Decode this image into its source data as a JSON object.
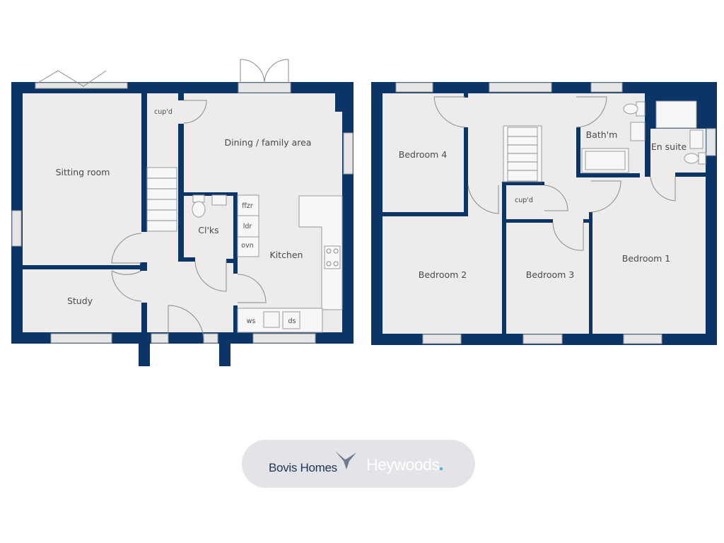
{
  "ground_floor": {
    "rooms": {
      "sitting_room": "Sitting room",
      "study": "Study",
      "dining": "Dining / family area",
      "kitchen": "Kitchen",
      "cloakroom": "Cl'ks",
      "cupboard": "cup'd"
    },
    "fixtures": {
      "fridge_freezer": "ffzr",
      "larder": "ldr",
      "oven": "ovn",
      "washing_machine": "ws",
      "dishwasher": "ds"
    }
  },
  "first_floor": {
    "rooms": {
      "bedroom1": "Bedroom 1",
      "bedroom2": "Bedroom 2",
      "bedroom3": "Bedroom 3",
      "bedroom4": "Bedroom 4",
      "bathroom": "Bath'm",
      "en_suite": "En suite",
      "cupboard": "cup'd"
    }
  },
  "branding": {
    "developer": "Bovis Homes",
    "development": "Heywoods"
  },
  "colors": {
    "walls": "#0b3567",
    "floor": "#edecea",
    "logo_pill": "#e4e3e7",
    "accent_dot": "#49b8d8"
  }
}
